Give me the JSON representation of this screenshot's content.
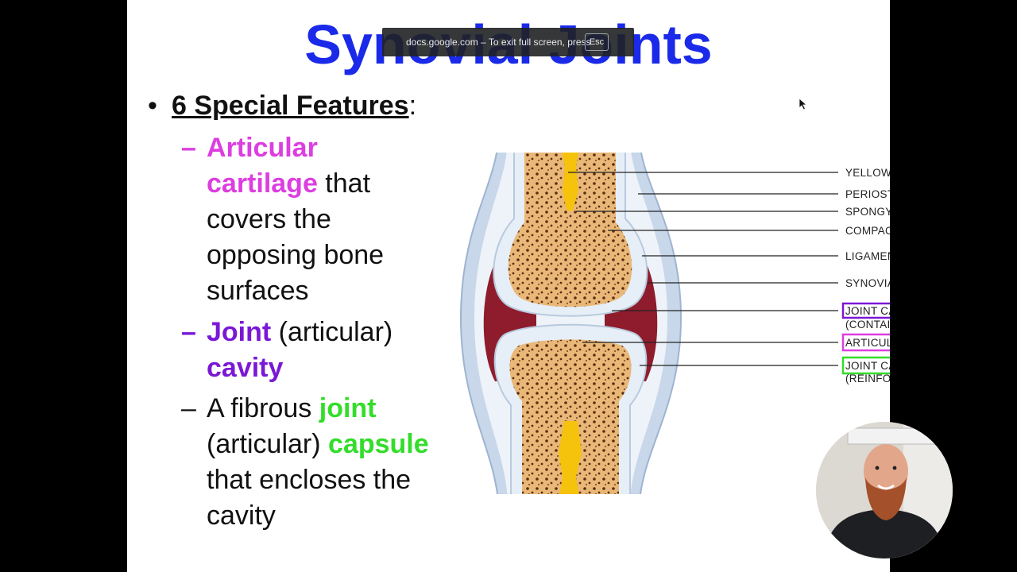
{
  "toast": {
    "message": "docs.google.com – To exit full screen, press",
    "key": "Esc"
  },
  "slide": {
    "title": "Synovial Joints",
    "bullet": {
      "marker": "•",
      "title": "6 Special Features",
      "suffix": ":"
    },
    "items": [
      {
        "dash": "–",
        "lines": [
          [
            {
              "text": "Articular",
              "style": "magenta"
            }
          ],
          [
            {
              "text": "cartilage",
              "style": "magenta"
            },
            {
              "text": " that",
              "style": "plain"
            }
          ],
          [
            {
              "text": "covers the",
              "style": "plain"
            }
          ],
          [
            {
              "text": "opposing bone",
              "style": "plain"
            }
          ],
          [
            {
              "text": "surfaces",
              "style": "plain"
            }
          ]
        ]
      },
      {
        "dash": "–",
        "lines": [
          [
            {
              "text": "Joint",
              "style": "purple"
            },
            {
              "text": " (articular)",
              "style": "plain"
            }
          ],
          [
            {
              "text": "cavity",
              "style": "purple"
            }
          ]
        ]
      },
      {
        "dash": "–",
        "lines": [
          [
            {
              "text": "A fibrous ",
              "style": "plain"
            },
            {
              "text": "joint",
              "style": "green"
            }
          ],
          [
            {
              "text": "(articular) ",
              "style": "plain"
            },
            {
              "text": "capsule",
              "style": "green"
            }
          ],
          [
            {
              "text": "that encloses the",
              "style": "plain"
            }
          ],
          [
            {
              "text": "cavity",
              "style": "plain"
            }
          ]
        ]
      }
    ]
  },
  "diagram": {
    "labels": {
      "yellow_marrow": "YELLOW BONE MARROW",
      "periosteum": "PERIOSTEUM",
      "spongy": "SPONGY BONE",
      "compact": "COMPACT BONE",
      "ligament": "LIGAMENT",
      "synovial_membrane": "SYNOVIAL MEMBRANE",
      "joint_cavity": "JOINT CAVITY",
      "joint_cavity_note": "(CONTAINS SYNOVIAL FLUID)",
      "articular_cartilage": "ARTICULAR CARTILAGE",
      "joint_capsule": "JOINT CAPSULE",
      "joint_capsule_note": "(REINFORCED BY LIGAMENTS)"
    },
    "colors": {
      "cavity_box": "#7a18d6",
      "cartilage_box": "#dd3ee0",
      "capsule_box": "#33dd2a",
      "marrow": "#f5c20c",
      "spongy": "#e9b878",
      "membrane": "#8e1c2c",
      "capsule": "#c8d7ea"
    }
  },
  "colors": {
    "title": "#1a2ae8",
    "magenta": "#dd3ee0",
    "purple": "#7a18d6",
    "green": "#33dd2a"
  }
}
